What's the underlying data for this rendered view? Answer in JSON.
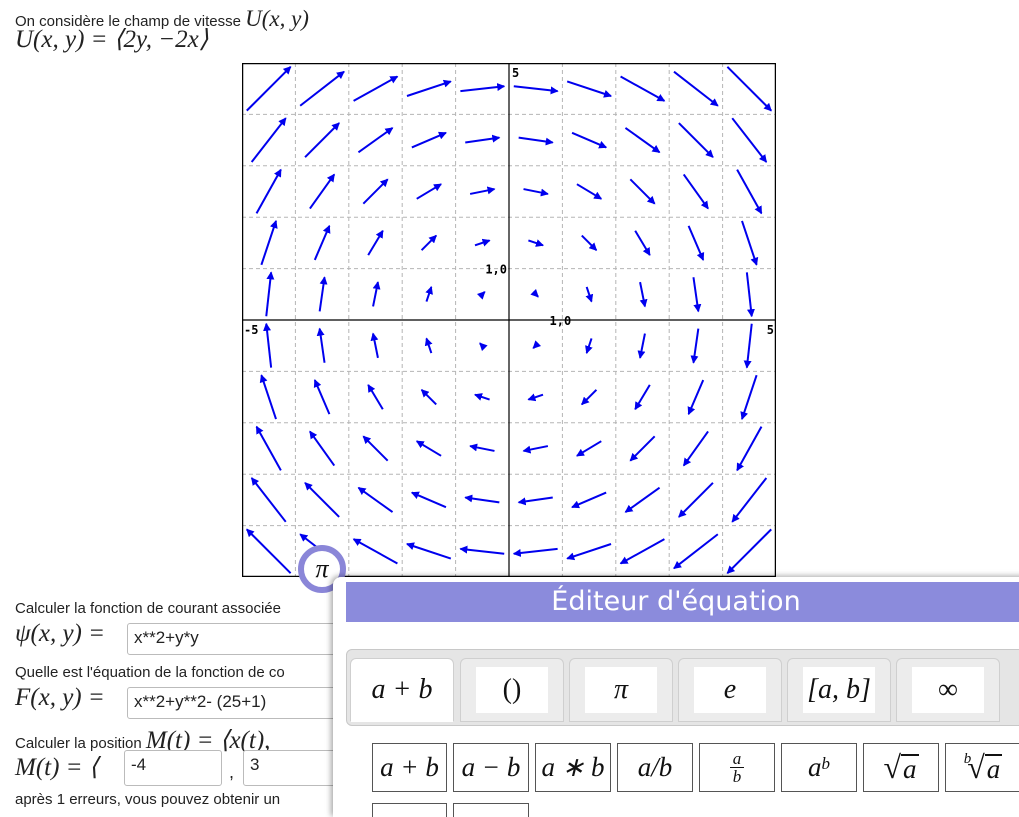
{
  "intro": {
    "text": "On considère le champ de vitesse ",
    "math": "U(x, y)"
  },
  "field_eq": "U(x, y) = ⟨2y, −2x⟩",
  "chart_data": {
    "type": "vector_field",
    "field": "U(x, y) = ⟨2y, −2x⟩",
    "xlim": [
      -5,
      5
    ],
    "ylim": [
      -5,
      5
    ],
    "grid": true,
    "grid_step": 1,
    "tick_labels": [
      "-5",
      "5",
      "5",
      "1,0",
      "1,0"
    ],
    "arrow_color": "#0000ee"
  },
  "pi_button": {
    "glyph": "π"
  },
  "q1": {
    "text": "Calculer la fonction de courant associée",
    "label": "ψ(x, y) =",
    "value": "x**2+y*y"
  },
  "q2": {
    "text": "Quelle est l'équation de la fonction de co",
    "label": "F(x, y) =",
    "value": "x**2+y**2- (25+1)"
  },
  "q3": {
    "text": "Calculer la position ",
    "math": "M(t) = ⟨x(t),",
    "label": "M(t) = ⟨",
    "value1": "-4",
    "sep": ",",
    "value2": "3"
  },
  "hint": "après 1 erreurs, vous pouvez obtenir un",
  "editor": {
    "title": "Éditeur d'équation",
    "tabs": [
      "a + b",
      "()",
      "π",
      "e",
      "[a, b]",
      "∞"
    ],
    "keys": [
      "a + b",
      "a − b",
      "a ∗ b",
      "a/b",
      "a/b frac",
      "a^b",
      "√a",
      "b-root a"
    ],
    "key_text": {
      "add": "a + b",
      "sub": "a − b",
      "mul": "a ∗ b",
      "div": "a/b",
      "frac_num": "a",
      "frac_den": "b",
      "pow_base": "a",
      "pow_exp": "b",
      "sqrt_sign": "√",
      "sqrt_arg": "a",
      "root_idx": "b",
      "root_arg": "a"
    }
  }
}
